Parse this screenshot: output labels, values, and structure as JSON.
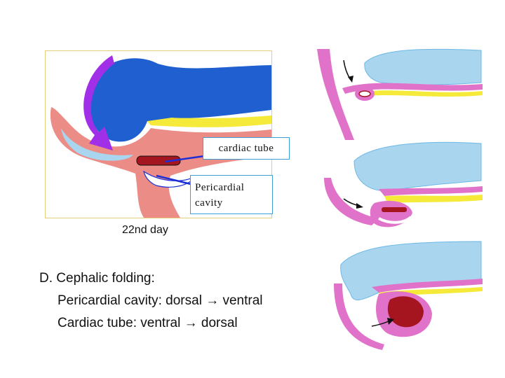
{
  "labels": {
    "cardiac_tube": "cardiac tube",
    "pericardial_line1": "Pericardial",
    "pericardial_line2": "cavity"
  },
  "day_label": "22nd day",
  "caption": {
    "heading": "D. Cephalic folding:",
    "line1": "Pericardial cavity: dorsal → ventral",
    "line2": "Cardiac tube: ventral → dorsal"
  },
  "colors": {
    "neural_blue": "#1f5fd0",
    "light_blue": "#a9d6ee",
    "ectoderm_pink": "#e073c9",
    "mesoderm_salmon": "#ec8c86",
    "endoderm_yellow": "#f5ea3a",
    "arrow_purple": "#a22fe8",
    "heart_red": "#a51520",
    "leader_blue": "#1c2fd6"
  }
}
